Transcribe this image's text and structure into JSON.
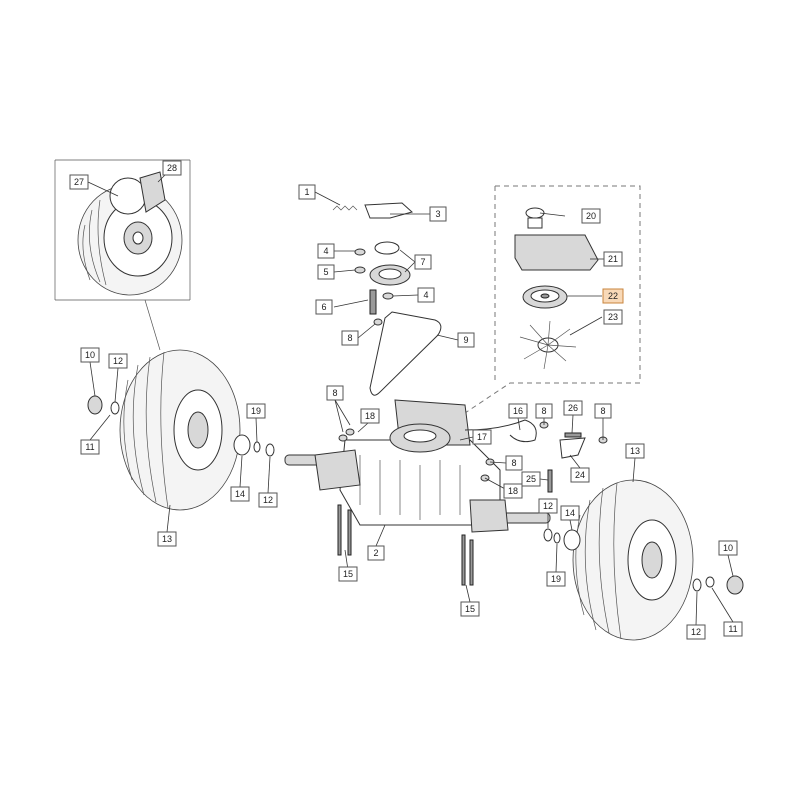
{
  "diagram": {
    "highlight_color": "#f8d9b8",
    "callouts": [
      {
        "id": "c1",
        "label": "1"
      },
      {
        "id": "c2",
        "label": "2"
      },
      {
        "id": "c3",
        "label": "3"
      },
      {
        "id": "c4a",
        "label": "4"
      },
      {
        "id": "c4b",
        "label": "4"
      },
      {
        "id": "c5",
        "label": "5"
      },
      {
        "id": "c6",
        "label": "6"
      },
      {
        "id": "c7",
        "label": "7"
      },
      {
        "id": "c8a",
        "label": "8"
      },
      {
        "id": "c8b",
        "label": "8"
      },
      {
        "id": "c8c",
        "label": "8"
      },
      {
        "id": "c8d",
        "label": "8"
      },
      {
        "id": "c8e",
        "label": "8"
      },
      {
        "id": "c9",
        "label": "9"
      },
      {
        "id": "c10a",
        "label": "10"
      },
      {
        "id": "c10b",
        "label": "10"
      },
      {
        "id": "c11a",
        "label": "11"
      },
      {
        "id": "c11b",
        "label": "11"
      },
      {
        "id": "c12a",
        "label": "12"
      },
      {
        "id": "c12b",
        "label": "12"
      },
      {
        "id": "c12c",
        "label": "12"
      },
      {
        "id": "c12d",
        "label": "12"
      },
      {
        "id": "c13a",
        "label": "13"
      },
      {
        "id": "c13b",
        "label": "13"
      },
      {
        "id": "c14a",
        "label": "14"
      },
      {
        "id": "c14b",
        "label": "14"
      },
      {
        "id": "c15a",
        "label": "15"
      },
      {
        "id": "c15b",
        "label": "15"
      },
      {
        "id": "c16",
        "label": "16"
      },
      {
        "id": "c17",
        "label": "17"
      },
      {
        "id": "c18a",
        "label": "18"
      },
      {
        "id": "c18b",
        "label": "18"
      },
      {
        "id": "c19a",
        "label": "19"
      },
      {
        "id": "c19b",
        "label": "19"
      },
      {
        "id": "c20",
        "label": "20"
      },
      {
        "id": "c21",
        "label": "21"
      },
      {
        "id": "c22",
        "label": "22",
        "highlight": true
      },
      {
        "id": "c23",
        "label": "23"
      },
      {
        "id": "c24",
        "label": "24"
      },
      {
        "id": "c25",
        "label": "25"
      },
      {
        "id": "c26",
        "label": "26"
      },
      {
        "id": "c27",
        "label": "27"
      },
      {
        "id": "c28",
        "label": "28"
      }
    ]
  }
}
